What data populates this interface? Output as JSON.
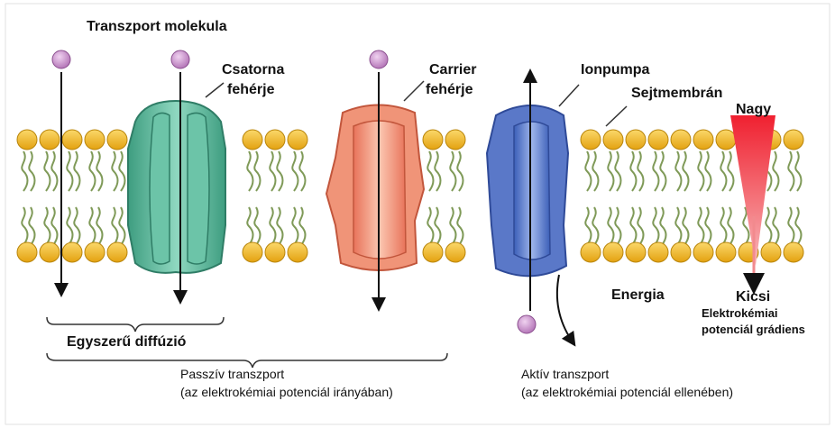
{
  "labels": {
    "transport_molecule": "Transzport molekula",
    "channel_protein_1": "Csatorna",
    "channel_protein_2": "fehérje",
    "carrier_protein_1": "Carrier",
    "carrier_protein_2": "fehérje",
    "ion_pump": "Ionpumpa",
    "cell_membrane": "Sejtmembrán",
    "gradient_high": "Nagy",
    "gradient_low": "Kicsi",
    "gradient_caption_1": "Elektrokémiai",
    "gradient_caption_2": "potenciál grádiens",
    "energy": "Energia",
    "simple_diffusion": "Egyszerű diffúzió",
    "passive_transport_1": "Passzív transzport",
    "passive_transport_2": "(az elektrokémiai potenciál irányában)",
    "active_transport_1": "Aktív transzport",
    "active_transport_2": "(az elektrokémiai potenciál ellenében)"
  },
  "colors": {
    "lipid_head": "#f2b51f",
    "lipid_tail": "#7f9a58",
    "channel": "#5cb89a",
    "carrier": "#f09478",
    "pump": "#5a78c8",
    "molecule": "#c487c8",
    "gradient": "#f03840"
  }
}
